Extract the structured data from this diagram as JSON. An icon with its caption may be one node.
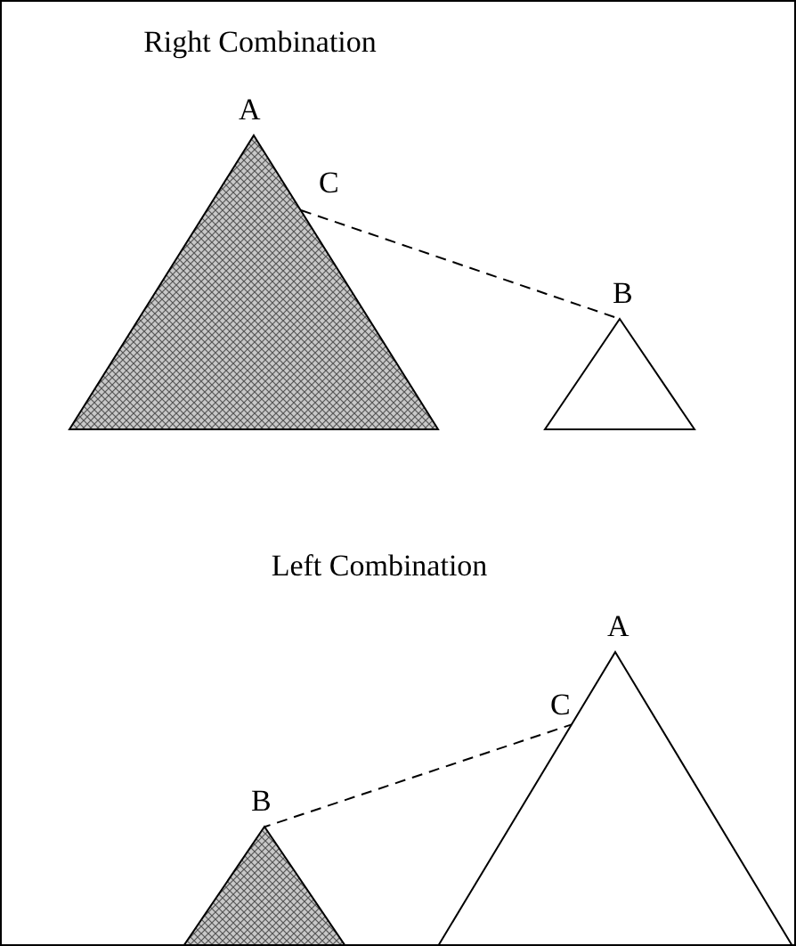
{
  "diagram": {
    "nodes": [
      {
        "text": [],
        "shape": "triangle",
        "beside": [
          "A",
          "C"
        ]
      },
      {
        "text": [],
        "shape": "triangle",
        "beside": [
          "B"
        ]
      },
      {
        "text": [],
        "shape": "triangle",
        "beside": [
          "B"
        ]
      },
      {
        "text": [],
        "shape": "triangle",
        "beside": [
          "A",
          "C"
        ]
      }
    ],
    "edges": [
      {
        "from": 0,
        "to": 1,
        "arrow": "none",
        "style": "dashed"
      },
      {
        "from": 3,
        "to": 2,
        "arrow": "none",
        "style": "dashed"
      }
    ],
    "labels": [
      "Right Combination",
      "Left Combination"
    ]
  }
}
